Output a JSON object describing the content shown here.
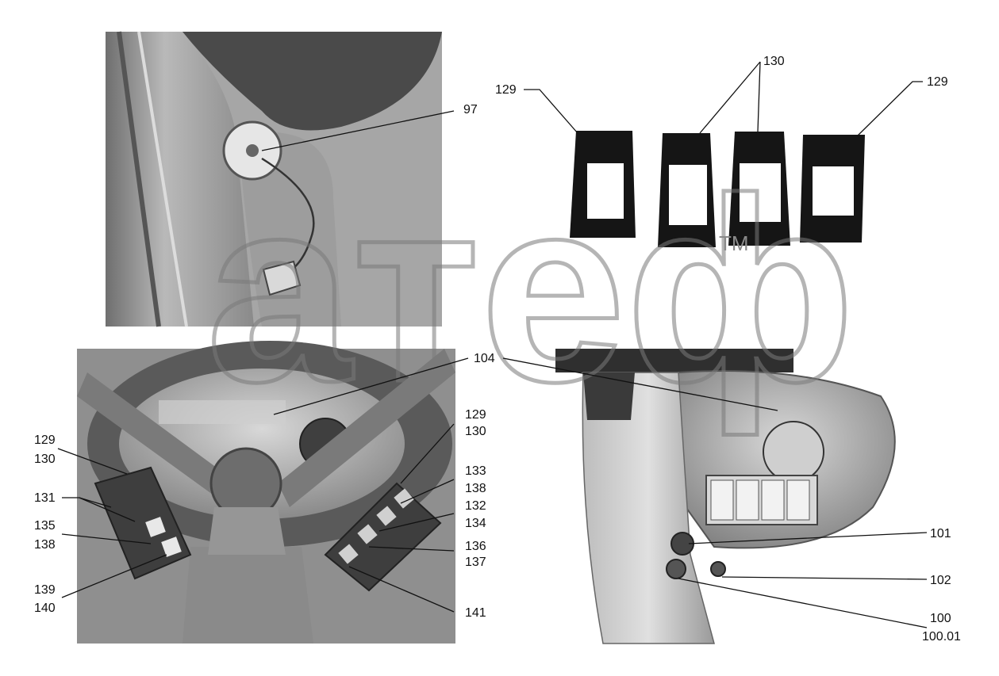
{
  "watermark": {
    "text": "атеф",
    "mark": "TM"
  },
  "callouts": {
    "c97": "97",
    "c129a": "129",
    "c130a": "130",
    "c129b": "129",
    "c104": "104",
    "c129c": "129",
    "c130c": "130",
    "c129d": "129",
    "c130d": "130",
    "c131": "131",
    "c135": "135",
    "c138a": "138",
    "c139": "139",
    "c140": "140",
    "c133": "133",
    "c138b": "138",
    "c132": "132",
    "c134": "134",
    "c136": "136",
    "c137": "137",
    "c141": "141",
    "c101": "101",
    "c102": "102",
    "c100": "100",
    "c10001": "100.01"
  },
  "colors": {
    "photo_dark": "#3a3a3a",
    "photo_mid": "#8c8c8c",
    "photo_light": "#c9c9c9",
    "frame_black": "#141414"
  }
}
